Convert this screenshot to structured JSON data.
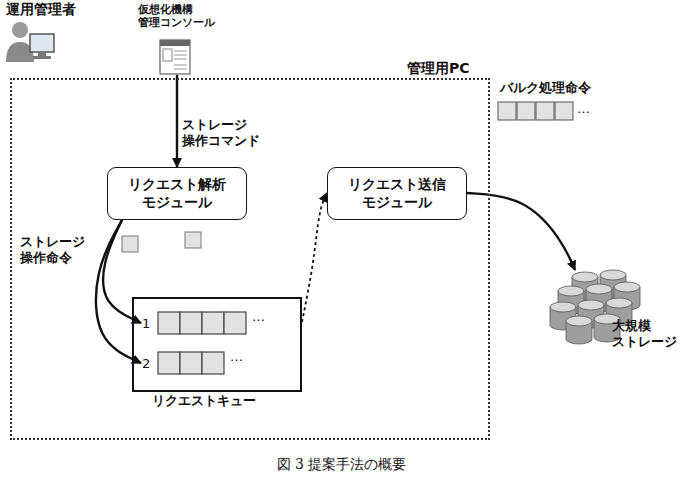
{
  "diagram": {
    "caption": "図 3 提案手法の概要",
    "nodes": [
      {
        "text": [
          "仮想化機構 管理コンソール"
        ]
      },
      {
        "text": [
          "管理用PC"
        ]
      },
      {
        "text": [
          "リクエスト解析 モジュール"
        ],
        "in": 1
      },
      {
        "text": [
          "リクエスト送信 モジュール"
        ],
        "in": 1
      },
      {
        "text": [
          "リクエストキュー"
        ],
        "in": 1
      },
      {
        "text": [
          "1"
        ],
        "in": 4
      },
      {
        "text": [
          "2"
        ],
        "in": 4
      },
      {
        "text": [
          "大規模 ストレージ"
        ]
      }
    ],
    "edges": [
      {
        "from": 0,
        "to": 2,
        "arrow": "to",
        "label": "ストレージ 操作コマンド"
      },
      {
        "from": 2,
        "to": 5,
        "arrow": "to",
        "label": "ストレージ 操作命令"
      },
      {
        "from": 2,
        "to": 6,
        "arrow": "to"
      },
      {
        "from": 4,
        "to": 3,
        "arrow": "to"
      },
      {
        "from": 3,
        "to": 7,
        "arrow": "to",
        "label": "バルク処理命令"
      }
    ],
    "labels": [
      "運用管理者",
      "…",
      "…",
      "…"
    ]
  }
}
